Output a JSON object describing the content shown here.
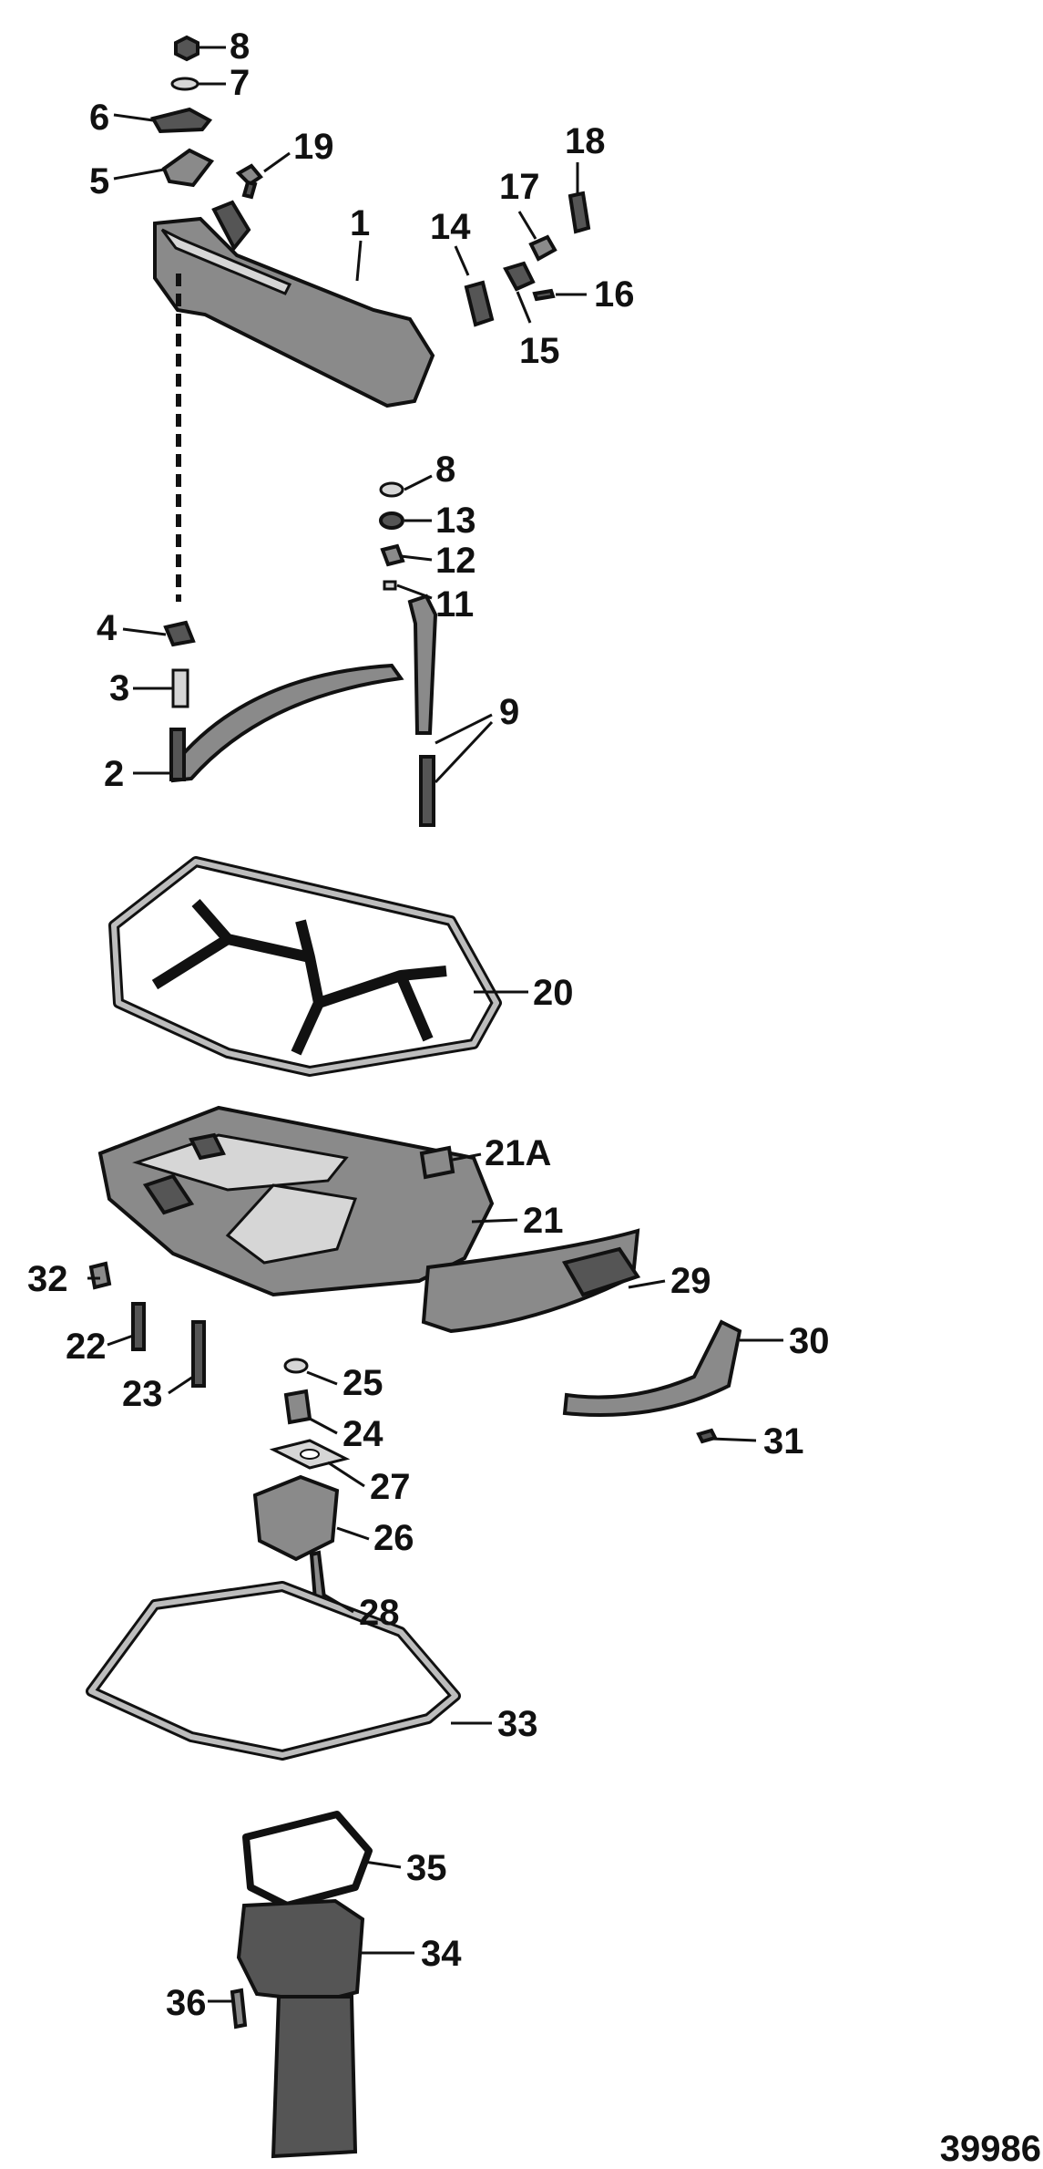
{
  "figure": {
    "id_number": "39986"
  },
  "callouts": [
    {
      "key": "c8a",
      "label": "8"
    },
    {
      "key": "c7",
      "label": "7"
    },
    {
      "key": "c6",
      "label": "6"
    },
    {
      "key": "c5",
      "label": "5"
    },
    {
      "key": "c19",
      "label": "19"
    },
    {
      "key": "c1",
      "label": "1"
    },
    {
      "key": "c18",
      "label": "18"
    },
    {
      "key": "c17",
      "label": "17"
    },
    {
      "key": "c14",
      "label": "14"
    },
    {
      "key": "c16",
      "label": "16"
    },
    {
      "key": "c15",
      "label": "15"
    },
    {
      "key": "c8b",
      "label": "8"
    },
    {
      "key": "c13",
      "label": "13"
    },
    {
      "key": "c12",
      "label": "12"
    },
    {
      "key": "c11",
      "label": "11"
    },
    {
      "key": "c4",
      "label": "4"
    },
    {
      "key": "c3",
      "label": "3"
    },
    {
      "key": "c9",
      "label": "9"
    },
    {
      "key": "c2",
      "label": "2"
    },
    {
      "key": "c20",
      "label": "20"
    },
    {
      "key": "c21A",
      "label": "21A"
    },
    {
      "key": "c21",
      "label": "21"
    },
    {
      "key": "c29",
      "label": "29"
    },
    {
      "key": "c32",
      "label": "32"
    },
    {
      "key": "c30",
      "label": "30"
    },
    {
      "key": "c22",
      "label": "22"
    },
    {
      "key": "c25",
      "label": "25"
    },
    {
      "key": "c23",
      "label": "23"
    },
    {
      "key": "c24",
      "label": "24"
    },
    {
      "key": "c31",
      "label": "31"
    },
    {
      "key": "c27",
      "label": "27"
    },
    {
      "key": "c26",
      "label": "26"
    },
    {
      "key": "c28",
      "label": "28"
    },
    {
      "key": "c33",
      "label": "33"
    },
    {
      "key": "c35",
      "label": "35"
    },
    {
      "key": "c34",
      "label": "34"
    },
    {
      "key": "c36",
      "label": "36"
    }
  ]
}
